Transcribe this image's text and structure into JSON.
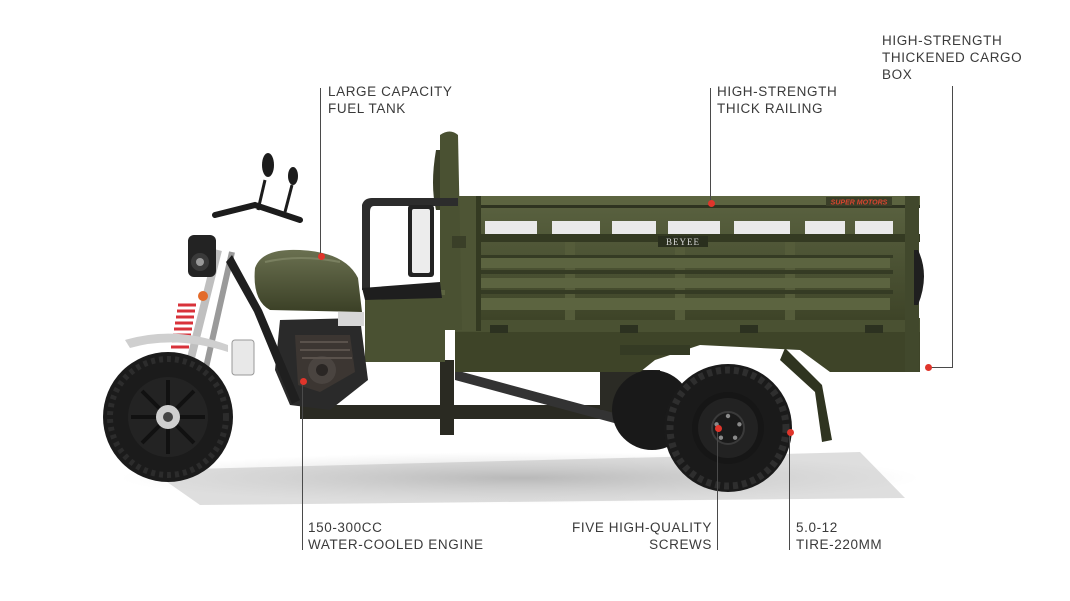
{
  "brand_plate": "BEYEE",
  "sticker_text": "SUPER MOTORS",
  "colors": {
    "body": "#4a5132",
    "body_dark": "#343a22",
    "body_light": "#5c6440",
    "tire": "#1c1c1c",
    "callout_dot": "#e0352b",
    "shock_spring": "#d8323a",
    "text": "#3a3a3a"
  },
  "callouts": {
    "fuel_tank": {
      "line1": "LARGE CAPACITY",
      "line2": "FUEL TANK"
    },
    "railing": {
      "line1": "HIGH-STRENGTH",
      "line2": "THICK RAILING"
    },
    "cargo_box": {
      "line1": "HIGH-STRENGTH",
      "line2": "THICKENED CARGO",
      "line3": "BOX"
    },
    "engine": {
      "line1": "150-300CC",
      "line2": "WATER-COOLED ENGINE"
    },
    "screws": {
      "line1": "FIVE HIGH-QUALITY",
      "line2": "SCREWS"
    },
    "tire": {
      "line1": "5.0-12",
      "line2": "TIRE-220MM"
    }
  }
}
